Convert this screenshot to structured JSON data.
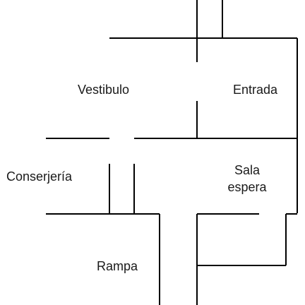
{
  "floor_plan": {
    "rooms": [
      {
        "id": "vestibulo",
        "label": "Vestibulo"
      },
      {
        "id": "entrada",
        "label": "Entrada"
      },
      {
        "id": "conserjeria",
        "label": "Conserjería"
      },
      {
        "id": "sala-espera",
        "label": "Sala\nespera"
      },
      {
        "id": "rampa",
        "label": "Rampa"
      }
    ],
    "line_color": "#000000",
    "text_color": "#1a1a1a",
    "background": "#ffffff"
  }
}
